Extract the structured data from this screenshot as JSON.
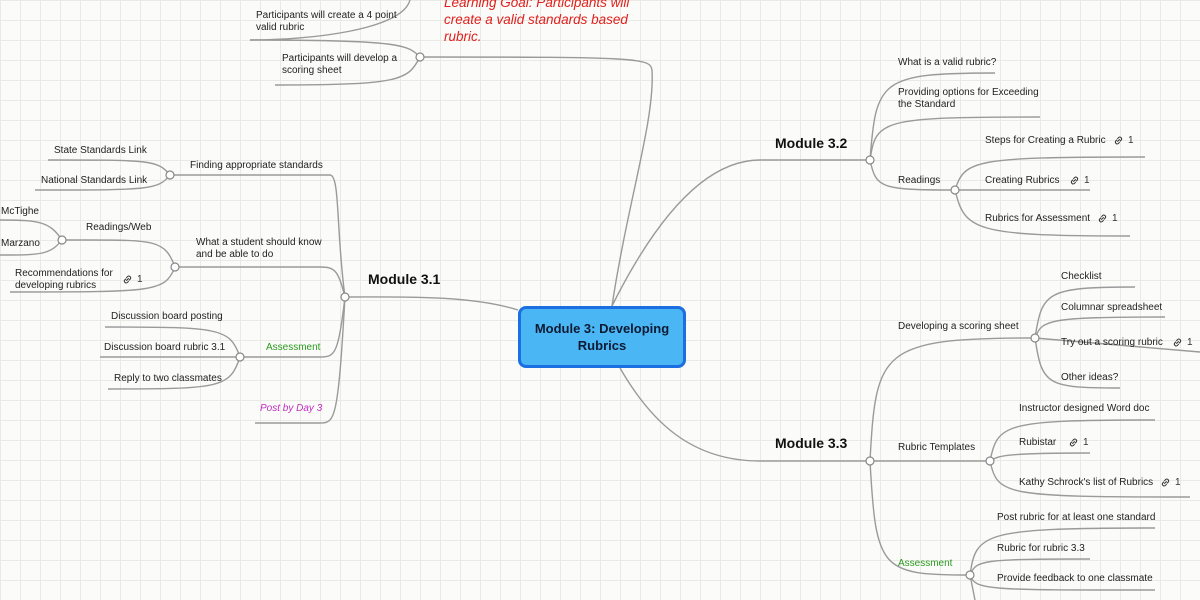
{
  "central": "Module 3:  Developing Rubrics",
  "learning_goal": "Learning Goal:  Participants will create a valid standards based rubric.",
  "top_left": {
    "item1": "Participants will create a 4 point valid rubric",
    "item2": "Participants will develop a scoring sheet"
  },
  "module_31": {
    "title": "Module 3.1",
    "finding": "Finding appropriate standards",
    "state_link": "State Standards Link",
    "national_link": "National Standards Link",
    "student_know": "What a student should know and be able to do",
    "readings_web": "Readings/Web",
    "mctighe": "McTighe",
    "marzano": "Marzano",
    "recommendations": "Recommendations for developing rubrics",
    "recommendations_count": "1",
    "assessment": "Assessment",
    "discussion_posting": "Discussion board posting",
    "discussion_rubric": "Discussion board rubric 3.1",
    "reply": "Reply to two classmates",
    "post_by": "Post by Day 3"
  },
  "module_32": {
    "title": "Module 3.2",
    "valid_rubric": "What is a valid rubric?",
    "options": "Providing options for Exceeding the Standard",
    "readings": "Readings",
    "steps": "Steps for Creating a Rubric",
    "steps_count": "1",
    "creating": "Creating Rubrics",
    "creating_count": "1",
    "assessment_rubrics": "Rubrics for Assessment",
    "assessment_count": "1"
  },
  "module_33": {
    "title": "Module 3.3",
    "scoring_sheet": "Developing a scoring sheet",
    "checklist": "Checklist",
    "columnar": "Columnar spreadsheet",
    "try_out": "Try out a scoring rubric",
    "try_out_count": "1",
    "other": "Other ideas?",
    "templates": "Rubric Templates",
    "instructor": "Instructor designed Word doc",
    "rubistar": "Rubistar",
    "rubistar_count": "1",
    "kathy": "Kathy Schrock's list of Rubrics",
    "kathy_count": "1",
    "assessment": "Assessment",
    "post_rubric": "Post rubric for at least one standard",
    "rubric_33": "Rubric for rubric 3.3",
    "feedback": "Provide feedback to one classmate"
  },
  "colors": {
    "central_fill": "#4bb6f4",
    "central_border": "#1c6fe0",
    "goal_text": "#e0201c",
    "assessment_text": "#2a9a1e",
    "post_by_text": "#c02fc0",
    "link_line": "#9a9a9a"
  }
}
